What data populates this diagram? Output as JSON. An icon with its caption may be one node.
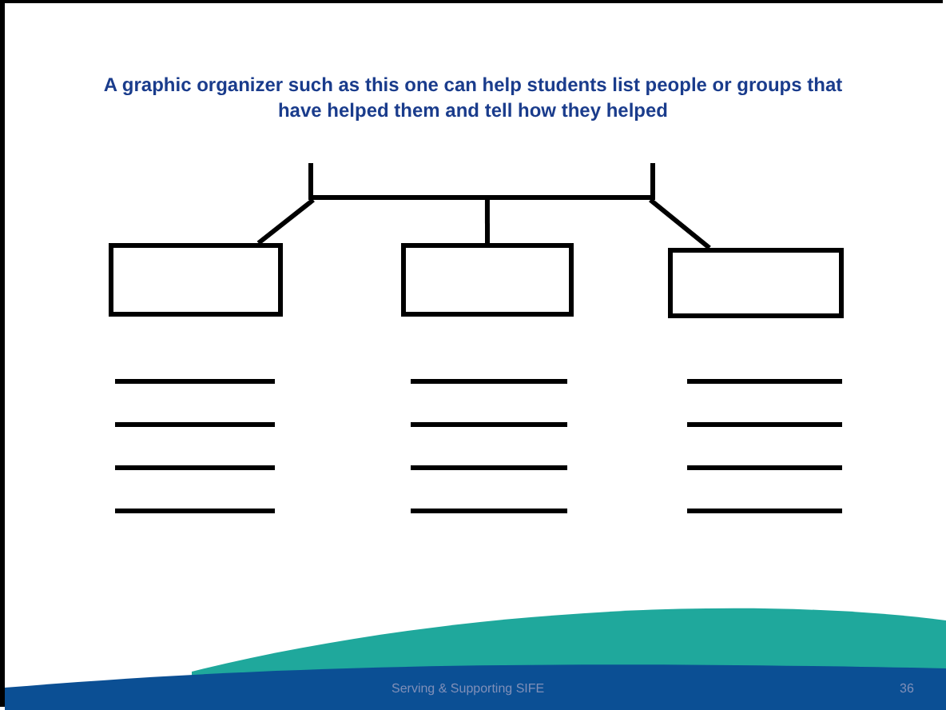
{
  "diagram": {
    "title": "A graphic organizer such as this one can help students list people or groups that have helped them and tell how they helped",
    "nodes": [
      {
        "text": [],
        "shape": "bar"
      },
      {
        "text": [],
        "shape": "box"
      },
      {
        "text": [],
        "shape": "box"
      },
      {
        "text": [],
        "shape": "box"
      }
    ],
    "edges": [
      {
        "from": 0,
        "to": 1,
        "arrow": "none"
      },
      {
        "from": 0,
        "to": 2,
        "arrow": "none"
      },
      {
        "from": 0,
        "to": 3,
        "arrow": "none"
      }
    ],
    "labels": [
      "Serving & Supporting SIFE",
      "36"
    ]
  }
}
